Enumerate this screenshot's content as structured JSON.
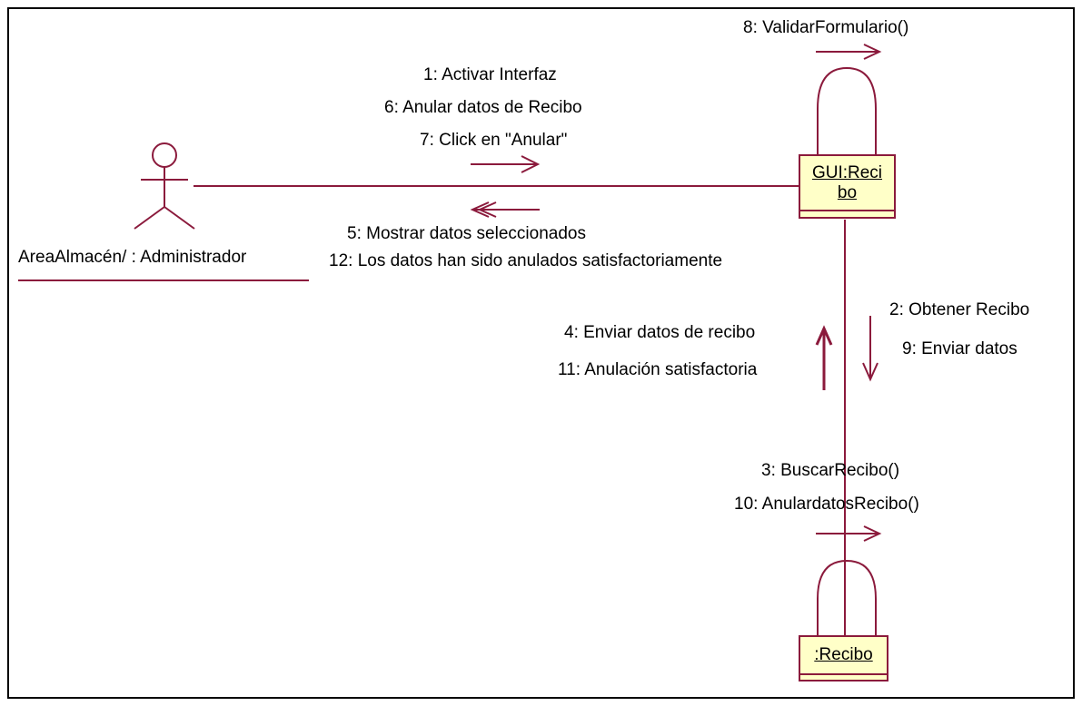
{
  "colors": {
    "line": "#8b1a3c",
    "object_fill": "#ffffc8",
    "text": "#000000",
    "frame": "#000000"
  },
  "actor": {
    "icon": "stick-figure-actor-icon",
    "label": "AreaAlmacén/ : Administrador"
  },
  "objects": {
    "gui": {
      "line1": "GUI:Reci",
      "line2": "bo"
    },
    "recibo": {
      "label": ":Recibo"
    }
  },
  "messages": {
    "m8": "8: ValidarFormulario()",
    "m1": "1: Activar Interfaz",
    "m6": "6: Anular datos de Recibo",
    "m7": "7: Click en \"Anular\"",
    "m5": "5: Mostrar datos seleccionados",
    "m12": "12: Los datos han sido anulados satisfactoriamente",
    "m2": "2: Obtener Recibo",
    "m9": "9: Enviar datos",
    "m4": "4: Enviar datos de recibo",
    "m11": "11: Anulación satisfactoria",
    "m3": "3: BuscarRecibo()",
    "m10": "10: AnulardatosRecibo()"
  }
}
